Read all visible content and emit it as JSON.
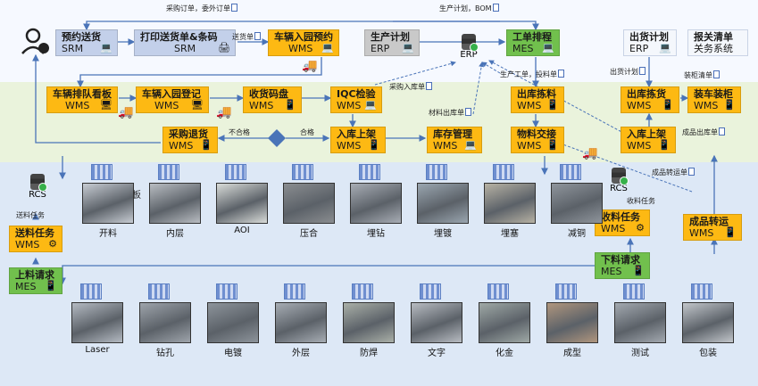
{
  "lanes": {
    "top": "#f6f9ff",
    "middle": "#eaf3dc",
    "bottom": "#dde8f6"
  },
  "colors": {
    "wms": "#fdb913",
    "srm": "#c3d0ea",
    "erp": "#c9c9c9",
    "mes": "#71c04d",
    "arrow": "#4a74b8"
  },
  "boxes": [
    {
      "id": "b1",
      "l1": "预约送货",
      "l2": "SRM",
      "icon": "laptop-icon",
      "glyph": "💻"
    },
    {
      "id": "b2",
      "l1": "打印送货单&条码",
      "l2": "SRM",
      "icon": "printer-icon",
      "glyph": "🖨"
    },
    {
      "id": "b3",
      "l1": "车辆入园预约",
      "l2": "WMS",
      "icon": "laptop-icon",
      "glyph": "💻"
    },
    {
      "id": "b4",
      "l1": "生产计划",
      "l2": "ERP",
      "icon": "laptop-icon",
      "glyph": "💻"
    },
    {
      "id": "b5",
      "l1": "工单排程",
      "l2": "MES",
      "icon": "laptop-icon",
      "glyph": "💻"
    },
    {
      "id": "b6",
      "l1": "出货计划",
      "l2": "ERP",
      "icon": "laptop-icon",
      "glyph": "💻"
    },
    {
      "id": "b7",
      "l1": "报关清单",
      "l2": "关务系统",
      "icon": "",
      "glyph": ""
    },
    {
      "id": "b8",
      "l1": "车辆排队看板",
      "l2": "WMS",
      "icon": "monitor-icon",
      "glyph": "🖥"
    },
    {
      "id": "b9",
      "l1": "车辆入园登记",
      "l2": "WMS",
      "icon": "monitor-icon",
      "glyph": "🖥"
    },
    {
      "id": "b10",
      "l1": "收货码盘",
      "l2": "WMS",
      "icon": "mobile-icon",
      "glyph": "📱"
    },
    {
      "id": "b11",
      "l1": "IQC检验",
      "l2": "WMS",
      "icon": "laptop-icon",
      "glyph": "💻"
    },
    {
      "id": "b12",
      "l1": "出库拣料",
      "l2": "WMS",
      "icon": "scanner-icon",
      "glyph": "📱"
    },
    {
      "id": "b13",
      "l1": "出库拣货",
      "l2": "WMS",
      "icon": "scanner-icon",
      "glyph": "📱"
    },
    {
      "id": "b14",
      "l1": "装车装柜",
      "l2": "WMS",
      "icon": "mobile-icon",
      "glyph": "📱"
    },
    {
      "id": "b15",
      "l1": "采购退货",
      "l2": "WMS",
      "icon": "mobile-icon",
      "glyph": "📱"
    },
    {
      "id": "b16",
      "l1": "入库上架",
      "l2": "WMS",
      "icon": "scanner-icon",
      "glyph": "📱"
    },
    {
      "id": "b17",
      "l1": "库存管理",
      "l2": "WMS",
      "icon": "laptop-icon",
      "glyph": "💻"
    },
    {
      "id": "b18",
      "l1": "物料交接",
      "l2": "WMS",
      "icon": "mobile-icon",
      "glyph": "📱"
    },
    {
      "id": "b19",
      "l1": "入库上架",
      "l2": "WMS",
      "icon": "scanner-icon",
      "glyph": "📱"
    },
    {
      "id": "b20",
      "l1": "送料任务",
      "l2": "WMS",
      "icon": "gear-icon",
      "glyph": "⚙"
    },
    {
      "id": "b21",
      "l1": "上料请求",
      "l2": "MES",
      "icon": "mobile-icon",
      "glyph": "📱"
    },
    {
      "id": "b22",
      "l1": "收料任务",
      "l2": "WMS",
      "icon": "gear-icon",
      "glyph": "⚙"
    },
    {
      "id": "b23",
      "l1": "成品转运",
      "l2": "WMS",
      "icon": "mobile-icon",
      "glyph": "📱"
    },
    {
      "id": "b24",
      "l1": "下料请求",
      "l2": "MES",
      "icon": "mobile-icon",
      "glyph": "📱"
    }
  ],
  "labels": [
    {
      "id": "t1",
      "text": "采购订单，委外订单",
      "doc": true
    },
    {
      "id": "t2",
      "text": "生产计划，BOM",
      "doc": true
    },
    {
      "id": "t3",
      "text": "送货单",
      "doc": true
    },
    {
      "id": "t4",
      "text": "生产工单，投料单",
      "doc": true
    },
    {
      "id": "t5",
      "text": "出货计划",
      "doc": true
    },
    {
      "id": "t6",
      "text": "装柜清单",
      "doc": true
    },
    {
      "id": "t7",
      "text": "采购入库单",
      "doc": true
    },
    {
      "id": "t8",
      "text": "材料出库单",
      "doc": true
    },
    {
      "id": "t9",
      "text": "不合格",
      "doc": false
    },
    {
      "id": "t10",
      "text": "合格",
      "doc": false
    },
    {
      "id": "t11",
      "text": "成品出库单",
      "doc": true
    },
    {
      "id": "t12",
      "text": "成品转运单",
      "doc": true
    },
    {
      "id": "t13",
      "text": "收料任务",
      "doc": false
    },
    {
      "id": "t14",
      "text": "送料任务",
      "doc": false
    },
    {
      "id": "t15",
      "text": "备料看板",
      "doc": false
    }
  ],
  "nodes": {
    "erp": "ERP",
    "rcs_left": "RCS",
    "rcs_right": "RCS"
  },
  "stations_row1": [
    {
      "name": "开料",
      "tone": "#c7ccd3"
    },
    {
      "name": "内层",
      "tone": "#b9bdc2"
    },
    {
      "name": "AOI",
      "tone": "#d9dcd9"
    },
    {
      "name": "压合",
      "tone": "#8a8d90"
    },
    {
      "name": "埋钻",
      "tone": "#a8adb5"
    },
    {
      "name": "埋镀",
      "tone": "#9aa6b0"
    },
    {
      "name": "埋塞",
      "tone": "#b7b2a4"
    },
    {
      "name": "减铜",
      "tone": "#8f959c"
    }
  ],
  "stations_row2": [
    {
      "name": "Laser",
      "tone": "#b4bac2"
    },
    {
      "name": "钻孔",
      "tone": "#9ea4ab"
    },
    {
      "name": "电镀",
      "tone": "#8d949b"
    },
    {
      "name": "外层",
      "tone": "#a7adb4"
    },
    {
      "name": "防焊",
      "tone": "#aab0a8"
    },
    {
      "name": "文字",
      "tone": "#b8bcc2"
    },
    {
      "name": "化金",
      "tone": "#9fa9a6"
    },
    {
      "name": "成型",
      "tone": "#b0967e"
    },
    {
      "name": "测试",
      "tone": "#a3a9b0"
    },
    {
      "name": "包装",
      "tone": "#c2c6cb"
    }
  ]
}
